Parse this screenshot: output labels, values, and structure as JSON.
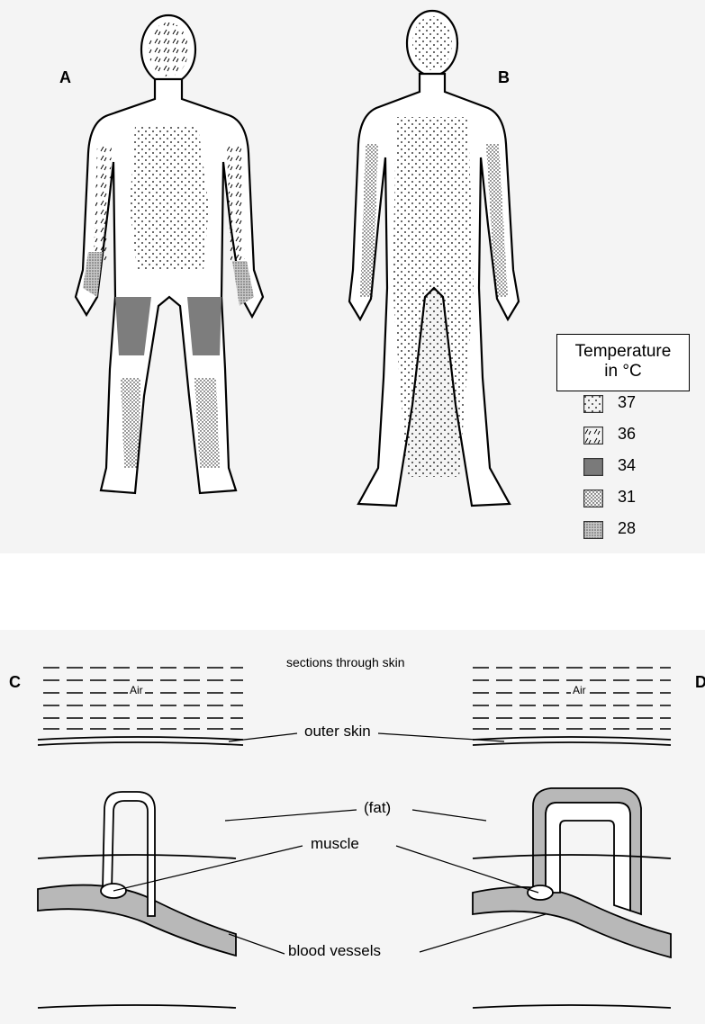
{
  "figure_labels": {
    "a": "A",
    "b": "B",
    "c": "C",
    "d": "D"
  },
  "legend": {
    "title": "Temperature",
    "subtitle": "in °C",
    "items": [
      {
        "value": "37",
        "pattern": "dots-sparse"
      },
      {
        "value": "36",
        "pattern": "hatch"
      },
      {
        "value": "34",
        "pattern": "dark"
      },
      {
        "value": "31",
        "pattern": "dots-dense"
      },
      {
        "value": "28",
        "pattern": "speckle"
      }
    ]
  },
  "skin": {
    "title": "sections through skin",
    "air_left": "Air",
    "air_right": "Air",
    "outer_skin": "outer skin",
    "fat": "(fat)",
    "muscle": "muscle",
    "blood_vessels": "blood vessels"
  },
  "colors": {
    "shading": "#b8b8b8",
    "dark_shading": "#7a7a7a",
    "line": "#000000"
  }
}
